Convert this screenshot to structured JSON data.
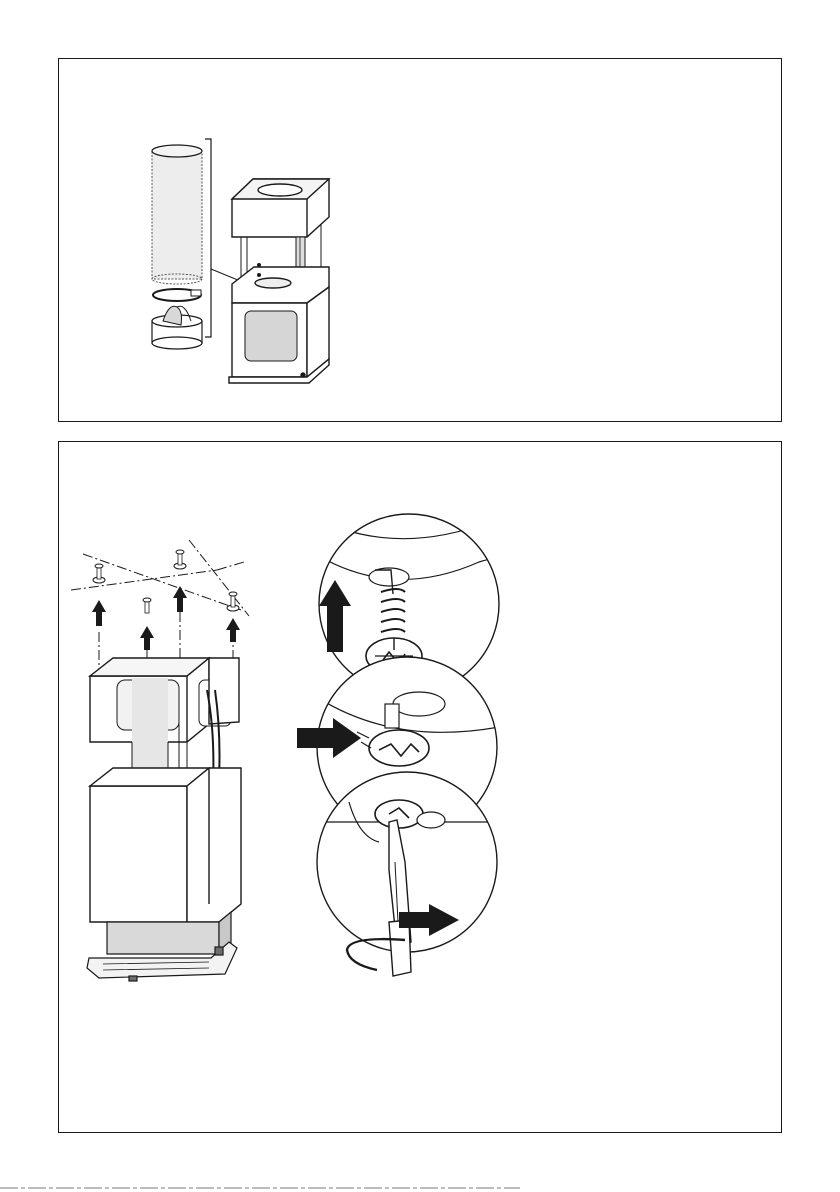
{
  "document": {
    "type": "installation-instructions",
    "panels": [
      {
        "id": "panel-top",
        "illustration": "duct-pipe-clamp-and-valve-with-frame-icon"
      },
      {
        "id": "panel-bottom",
        "illustrations": [
          "ceiling-screws-and-hood-assembly-icon",
          "screw-detail-insert-icon",
          "screw-detail-slide-icon",
          "screw-detail-tighten-icon"
        ]
      }
    ]
  },
  "colors": {
    "line": "#1a1a1a",
    "fill_light": "#e6e6e6",
    "fill_mid": "#bdbdbd",
    "fill_dark": "#6e6e6e"
  }
}
